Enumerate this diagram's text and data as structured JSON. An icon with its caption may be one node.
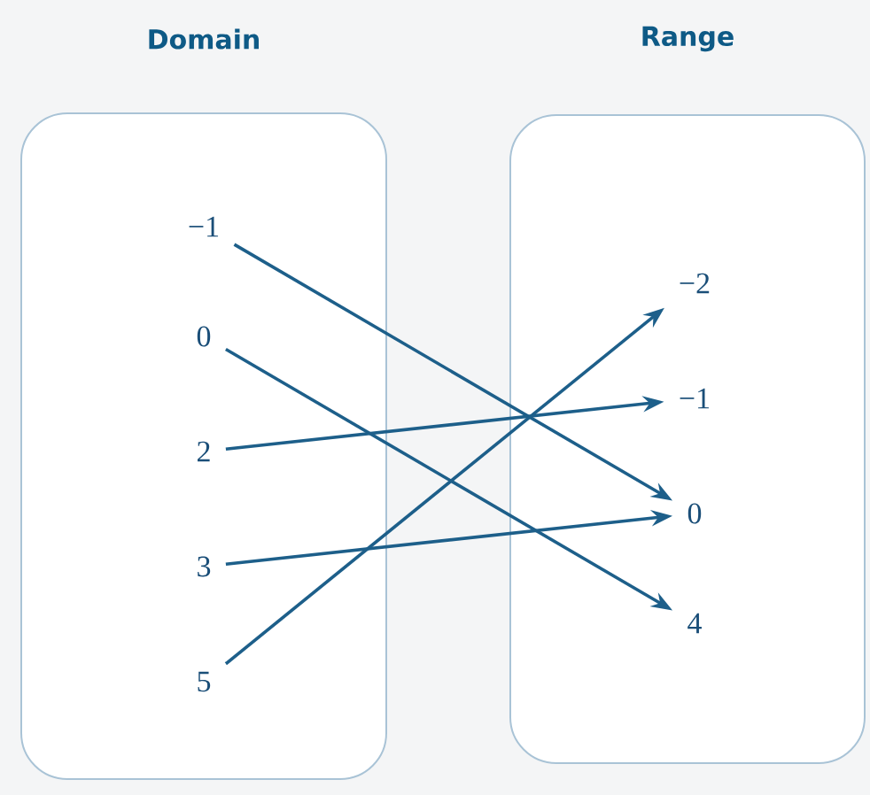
{
  "diagram": {
    "nodes": [
      {
        "text": [
          "Domain"
        ]
      },
      {
        "text": [
          "Range"
        ]
      },
      {
        "text": [
          "−1"
        ],
        "in": 0
      },
      {
        "text": [
          "0"
        ],
        "in": 0
      },
      {
        "text": [
          "2"
        ],
        "in": 0
      },
      {
        "text": [
          "3"
        ],
        "in": 0
      },
      {
        "text": [
          "5"
        ],
        "in": 0
      },
      {
        "text": [
          "−2"
        ],
        "in": 1
      },
      {
        "text": [
          "−1"
        ],
        "in": 1
      },
      {
        "text": [
          "0"
        ],
        "in": 1
      },
      {
        "text": [
          "4"
        ],
        "in": 1
      }
    ],
    "edges": [
      {
        "from": 2,
        "to": 9,
        "arrow": "to"
      },
      {
        "from": 3,
        "to": 10,
        "arrow": "to"
      },
      {
        "from": 4,
        "to": 8,
        "arrow": "to"
      },
      {
        "from": 5,
        "to": 9,
        "arrow": "to"
      },
      {
        "from": 6,
        "to": 7,
        "arrow": "to"
      }
    ]
  }
}
